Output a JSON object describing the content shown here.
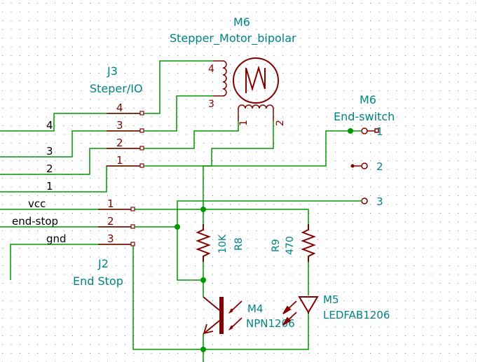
{
  "colors": {
    "wire": "#009900",
    "component": "#840000",
    "pin": "#840000",
    "ref_text": "#008484",
    "net_label": "#000000",
    "junction": "#009900",
    "grid": "#848484",
    "background": "#ffffff"
  },
  "components": {
    "motor": {
      "ref": "M6",
      "value": "Stepper_Motor_bipolar",
      "pins": [
        "4",
        "3",
        "1",
        "2"
      ]
    },
    "j3": {
      "ref": "J3",
      "value": "Steper/IO",
      "pins": [
        "4",
        "3",
        "2",
        "1"
      ]
    },
    "j2": {
      "ref": "J2",
      "value": "End Stop",
      "pins": [
        "1",
        "2",
        "3"
      ]
    },
    "endswitch": {
      "ref": "M6",
      "value": "End-switch",
      "pins": [
        "1",
        "2",
        "3"
      ]
    },
    "r8": {
      "ref": "R8",
      "value": "10K"
    },
    "r9": {
      "ref": "R9",
      "value": "470"
    },
    "m4": {
      "ref": "M4",
      "value": "NPN1206"
    },
    "m5": {
      "ref": "M5",
      "value": "LEDFAB1206"
    }
  },
  "nets": {
    "stepper": [
      "4",
      "3",
      "2",
      "1"
    ],
    "endstop": [
      "vcc",
      "end-stop",
      "gnd"
    ]
  }
}
